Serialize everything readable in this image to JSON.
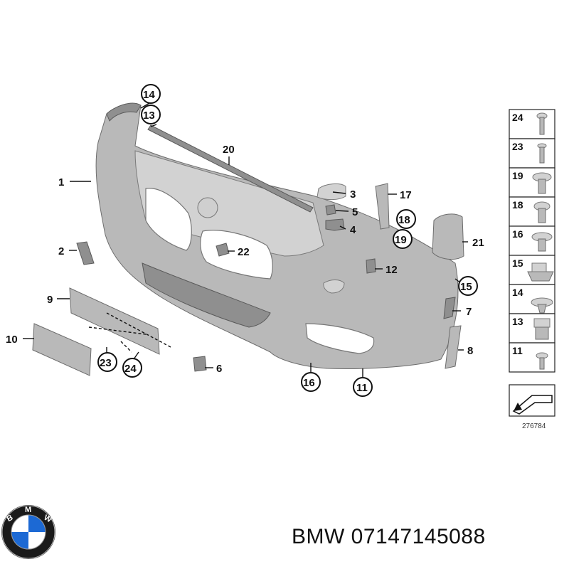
{
  "brand": "BMW",
  "part_number": "07147145088",
  "footer_caption": "BMW 07147145088",
  "diagram_id": "276784",
  "logo": {
    "letters": "BMW",
    "colors": {
      "blue": "#1c69d4",
      "white": "#ffffff",
      "ring": "#1a1a1a"
    }
  },
  "callouts": {
    "c1": "1",
    "c2": "2",
    "c3": "3",
    "c4": "4",
    "c5": "5",
    "c6": "6",
    "c7": "7",
    "c8": "8",
    "c9": "9",
    "c10": "10",
    "c11": "11",
    "c12": "12",
    "c13": "13",
    "c14": "14",
    "c15": "15",
    "c16": "16",
    "c17": "17",
    "c18": "18",
    "c19": "19",
    "c20": "20",
    "c21": "21",
    "c22": "22",
    "c23": "23",
    "c24": "24",
    "c11b": "11",
    "c13b": "13",
    "c14b": "14",
    "c15b": "15",
    "c16b": "16",
    "c18b": "18",
    "c19b": "19",
    "c23b": "23",
    "c24b": "24"
  },
  "fastener_panel": [
    "24",
    "23",
    "19",
    "18",
    "16",
    "15",
    "14",
    "13",
    "11"
  ]
}
